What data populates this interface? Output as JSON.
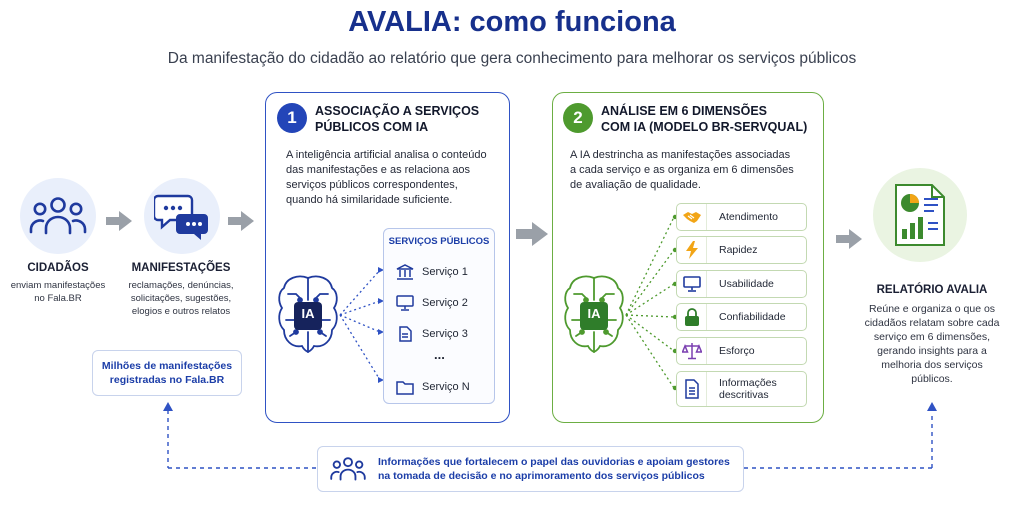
{
  "header": {
    "title": "AVALIA: como funciona",
    "subtitle": "Da manifestação do cidadão ao relatório que gera conhecimento para melhorar os serviços públicos"
  },
  "cidadaos": {
    "title": "CIDADÃOS",
    "desc_line1": "enviam manifestações",
    "desc_line2": "no Fala.BR"
  },
  "manifestacoes": {
    "title": "MANIFESTAÇÕES",
    "desc_line1": "reclamações, denúncias,",
    "desc_line2": "solicitações, sugestões,",
    "desc_line3": "elogios e outros relatos"
  },
  "milhoes": {
    "line1": "Milhões de manifestações",
    "line2": "registradas no Fala.BR"
  },
  "panel1": {
    "number": "1",
    "title_line1": "ASSOCIAÇÃO A SERVIÇOS",
    "title_line2": "PÚBLICOS COM IA",
    "desc_line1": "A inteligência artificial analisa o conteúdo",
    "desc_line2": "das manifestações e as relaciona aos",
    "desc_line3": "serviços públicos correspondentes,",
    "desc_line4": "quando há similaridade suficiente.",
    "ia_label": "IA",
    "services_header": "SERVIÇOS PÚBLICOS",
    "services": [
      "Serviço 1",
      "Serviço 2",
      "Serviço 3",
      "...",
      "Serviço N"
    ]
  },
  "panel2": {
    "number": "2",
    "title_line1": "ANÁLISE EM 6 DIMENSÕES",
    "title_line2": "COM IA (MODELO BR-SERVQUAL)",
    "desc_line1": "A IA destrincha as manifestações associadas",
    "desc_line2": "a cada serviço e as organiza em 6 dimensões",
    "desc_line3": "de avaliação de qualidade.",
    "ia_label": "IA",
    "dimensions": [
      {
        "label": "Atendimento",
        "icon": "handshake-icon"
      },
      {
        "label": "Rapidez",
        "icon": "lightning-icon"
      },
      {
        "label": "Usabilidade",
        "icon": "monitor-icon"
      },
      {
        "label": "Confiabilidade",
        "icon": "lock-icon"
      },
      {
        "label": "Esforço",
        "icon": "scale-icon"
      },
      {
        "label_line1": "Informações",
        "label_line2": "descritivas",
        "icon": "document-list-icon"
      }
    ]
  },
  "relatorio": {
    "title": "RELATÓRIO AVALIA",
    "desc_line1": "Reúne e organiza o que os",
    "desc_line2": "cidadãos relatam sobre cada",
    "desc_line3": "serviço em 6 dimensões,",
    "desc_line4": "gerando insights para a",
    "desc_line5": "melhoria dos serviços",
    "desc_line6": "públicos."
  },
  "bottom": {
    "line1": "Informações que fortalecem o papel das ouvidorias e apoiam gestores",
    "line2": "na tomada de decisão e no aprimoramento dos serviços públicos"
  },
  "colors": {
    "title_blue": "#17308c",
    "panel1_blue": "#2f52c4",
    "panel2_green": "#6cae43",
    "ia_navy": "#16235c",
    "dim_green": "#2f7d2a",
    "dim_orange": "#f2a516"
  }
}
